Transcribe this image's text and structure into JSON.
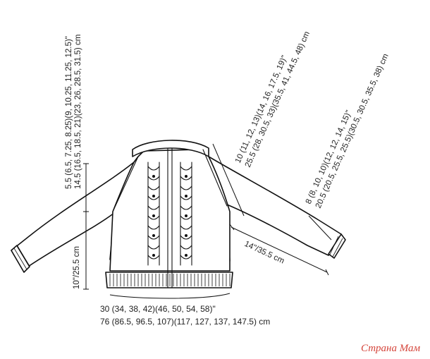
{
  "labels": {
    "shoulder_depth_in": "5.5 (6.5, 7.25, 8.25)(9, 10.25, 11.25, 12.5)\"",
    "shoulder_depth_cm": "14.5 (16.5, 18.5, 21)(23, 26, 28.5, 31.5)  cm",
    "body_length": "10\"/25.5 cm",
    "raglan_in": "10 (11, 12, 13)(14, 16, 17.5, 19)\"",
    "raglan_cm": "25.5 (28, 30.5, 33)(35.5, 41, 44.5, 48) cm",
    "upper_arm_in": "8 (8, 10, 10)(12, 12, 14, 15)\"",
    "upper_arm_cm": "20.5 (20.5, 25.5, 25.5)(30.5, 30.5, 35.5, 38) cm",
    "sleeve_length": "14\"/35.5 cm",
    "bust_in": "30 (34, 38, 42)(46, 50, 54, 58)\"",
    "bust_cm": "76 (86.5, 96.5, 107)(117, 127, 137, 147.5) cm"
  },
  "watermark": "Страна Мам",
  "colors": {
    "line": "#111111",
    "watermark": "#d5463c",
    "background": "#ffffff"
  }
}
